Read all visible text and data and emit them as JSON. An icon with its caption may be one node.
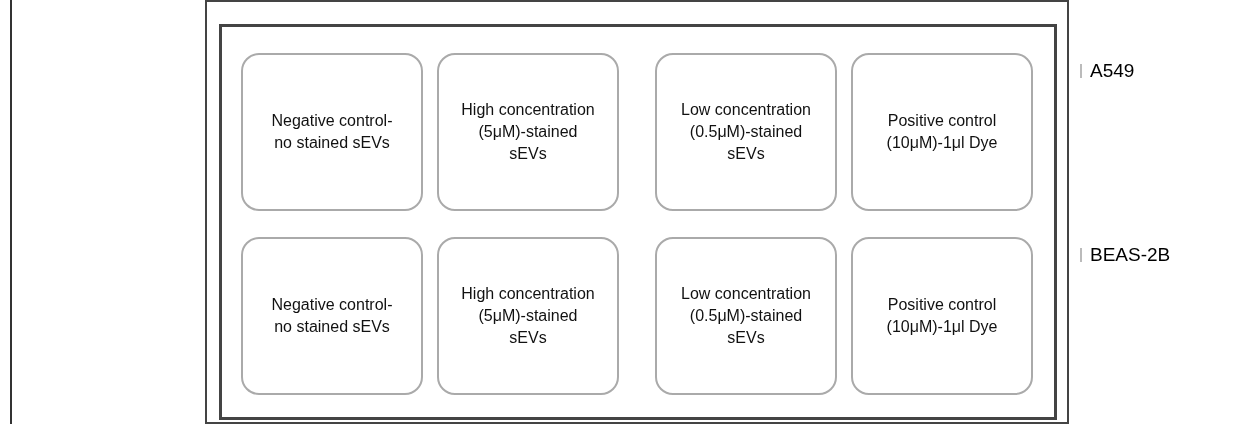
{
  "diagram": {
    "nodes": [
      {
        "text": [],
        "shape": "box"
      },
      {
        "text": [],
        "shape": "box",
        "in": 0
      },
      {
        "text": [
          "Negative control-no stained sEVs"
        ],
        "in": 1
      },
      {
        "text": [
          "High concentration (5μM)-stained sEVs"
        ],
        "in": 1
      },
      {
        "text": [
          "Low concentration (0.5μM)-stained sEVs"
        ],
        "in": 1
      },
      {
        "text": [
          "Positive control (10μM)-1μl Dye"
        ],
        "in": 1
      },
      {
        "text": [
          "Negative control-no stained sEVs"
        ],
        "in": 1
      },
      {
        "text": [
          "High concentration (5μM)-stained sEVs"
        ],
        "in": 1
      },
      {
        "text": [
          "Low concentration (0.5μM)-stained sEVs"
        ],
        "in": 1
      },
      {
        "text": [
          "Positive control (10μM)-1μl Dye"
        ],
        "in": 1
      }
    ],
    "edges": [],
    "labels": [
      "A549",
      "BEAS-2B"
    ]
  }
}
